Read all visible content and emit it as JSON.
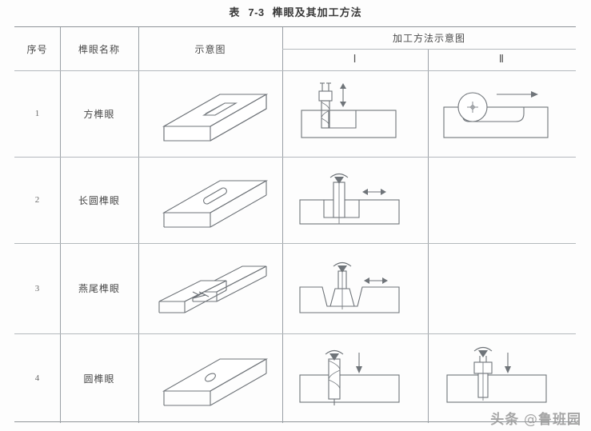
{
  "title": {
    "prefix": "表",
    "number": "7-3",
    "text": "榫眼及其加工方法"
  },
  "table": {
    "headers": {
      "seq": "序号",
      "name": "榫眼名称",
      "sketch": "示意图",
      "process": "加工方法示意图",
      "process_i": "Ⅰ",
      "process_ii": "Ⅱ"
    },
    "rows": [
      {
        "seq": "1",
        "name": "方榫眼",
        "sketch_icon": "board-rectangular-mortise-icon",
        "process_i_icon": "chisel-mortiser-vertical-icon",
        "process_ii_icon": "chain-disc-cutter-horizontal-icon"
      },
      {
        "seq": "2",
        "name": "长圆榫眼",
        "sketch_icon": "board-oblong-mortise-icon",
        "process_i_icon": "router-bit-lateral-feed-icon",
        "process_ii_icon": ""
      },
      {
        "seq": "3",
        "name": "燕尾榫眼",
        "sketch_icon": "dovetail-joint-boards-icon",
        "process_i_icon": "dovetail-cutter-lateral-feed-icon",
        "process_ii_icon": ""
      },
      {
        "seq": "4",
        "name": "圆榫眼",
        "sketch_icon": "board-round-hole-icon",
        "process_i_icon": "twist-drill-plunge-icon",
        "process_ii_icon": "hollow-chisel-plunge-icon"
      }
    ]
  },
  "watermark": {
    "source": "头条",
    "at": "@",
    "account": "鲁班园"
  },
  "colors": {
    "rule": "#8e9398",
    "line": "#6f7479",
    "text": "#464646",
    "watermark": "#9a9a9a"
  }
}
